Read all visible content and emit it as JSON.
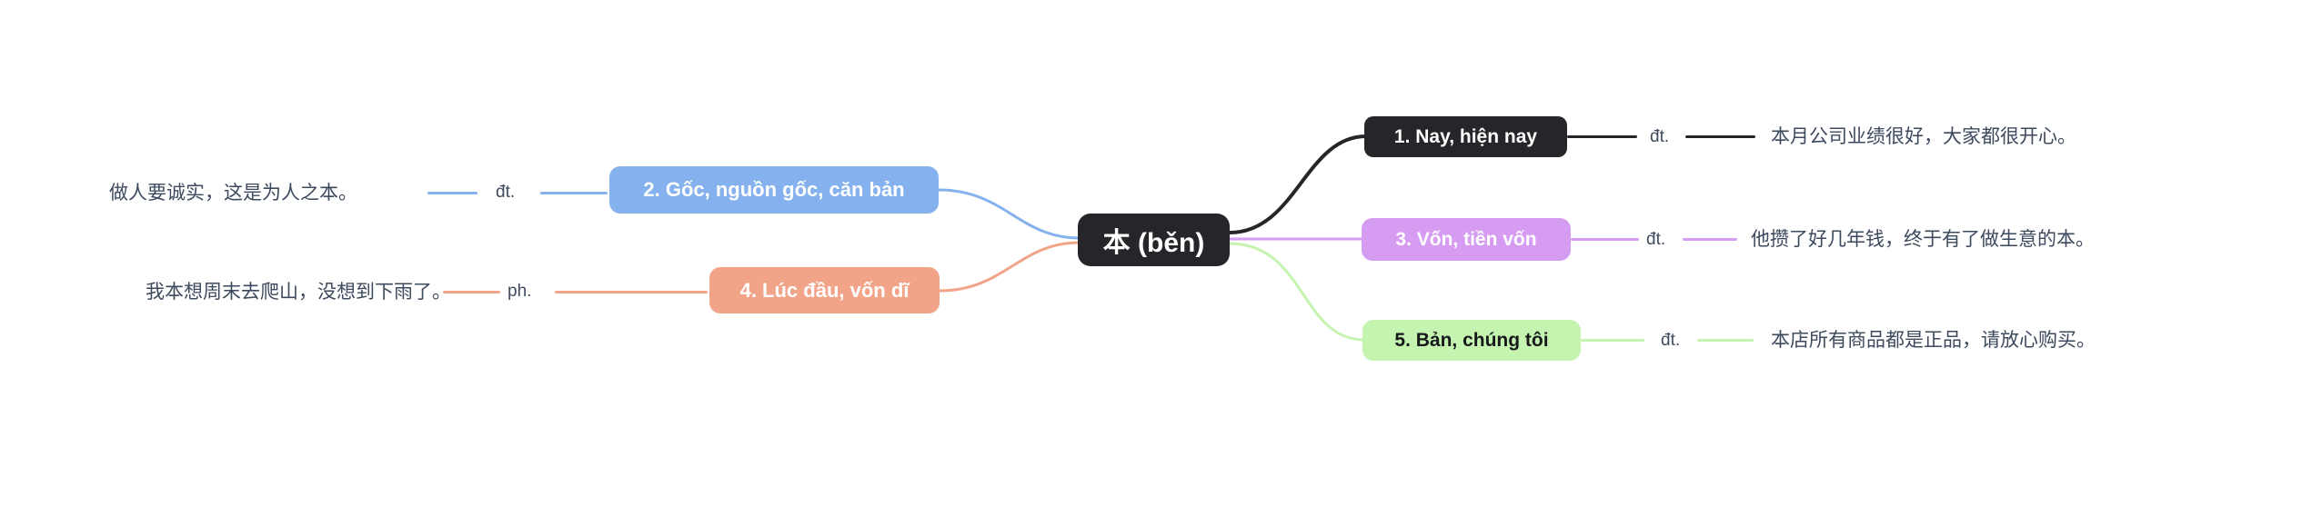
{
  "diagram": {
    "type": "mindmap",
    "background": "#ffffff",
    "root": {
      "label": "本 (běn)",
      "color": "#26262a",
      "text_color": "#ffffff"
    },
    "branches": [
      {
        "label": "1. Nay, hiện nay",
        "side": "right",
        "pos": "đt.",
        "example": "本月公司业绩很好，大家都很开心。",
        "color": "#26262a",
        "text_color": "#ffffff"
      },
      {
        "label": "2. Gốc, nguồn gốc, căn bản",
        "side": "left",
        "pos": "đt.",
        "example": "做人要诚实，这是为人之本。",
        "color": "#85b2ee",
        "text_color": "#ffffff"
      },
      {
        "label": "3. Vốn, tiền vốn",
        "side": "right",
        "pos": "đt.",
        "example": "他攒了好几年钱，终于有了做生意的本。",
        "color": "#d69cf2",
        "text_color": "#ffffff"
      },
      {
        "label": "4. Lúc đầu, vốn dĩ",
        "side": "left",
        "pos": "ph.",
        "example": "我本想周末去爬山，没想到下雨了。",
        "color": "#f2a489",
        "text_color": "#ffffff"
      },
      {
        "label": "5. Bản, chúng tôi",
        "side": "right",
        "pos": "đt.",
        "example": "本店所有商品都是正品，请放心购买。",
        "color": "#c5f4b0",
        "text_color": "#17181a"
      }
    ],
    "text_color_example": "#3d4a5e"
  }
}
